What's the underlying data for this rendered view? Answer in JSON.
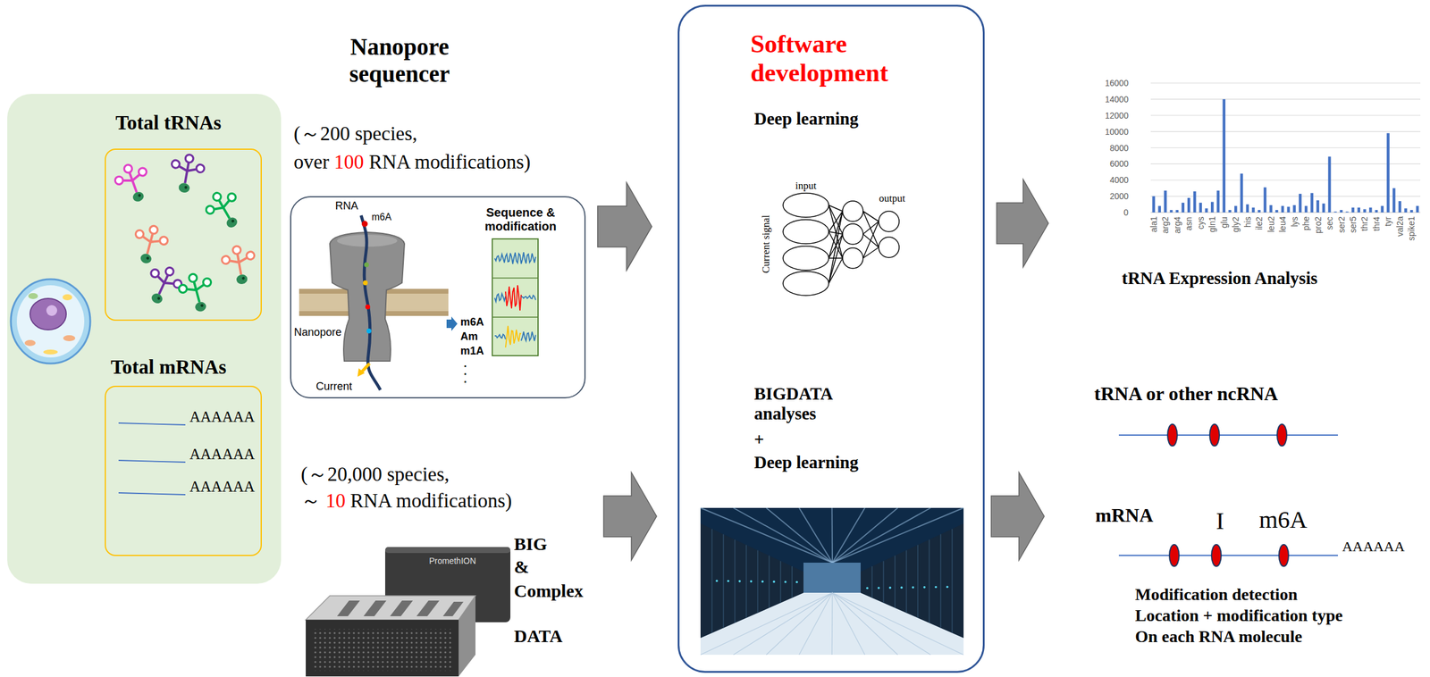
{
  "diagram": {
    "nodes": [
      {
        "text": []
      },
      {
        "text": [
          "Total tRNAs"
        ],
        "in": 0
      },
      {
        "text": [
          "Total mRNAs",
          "AAAAAA",
          "AAAAAA",
          "AAAAAA"
        ],
        "in": 0
      },
      {
        "text": [
          "RNA",
          "m6A",
          "Nanopore",
          "Current",
          "Sequence & modification",
          "m6A",
          "Am",
          "m1A",
          ".",
          ".",
          "."
        ]
      },
      {
        "text": [
          "Software development",
          "Deep learning",
          "input",
          "output",
          "Current signal",
          "BIGDATA analyses",
          "+",
          "Deep learning"
        ]
      }
    ],
    "edges": [
      {
        "from": 3,
        "to": 4,
        "arrow": "to"
      }
    ],
    "labels": [
      "Nanopore sequencer",
      "(～200 species,",
      "over",
      "100",
      "RNA modifications)",
      "(～20,000 species,",
      "～",
      "10",
      "RNA modifications)",
      "BIG",
      "&",
      "Complex",
      "DATA",
      "PromethION",
      "16000",
      "14000",
      "12000",
      "10000",
      "8000",
      "6000",
      "4000",
      "2000",
      "0",
      "ala1",
      "arg2",
      "arg4",
      "asn",
      "cys",
      "gln1",
      "glu",
      "gly2",
      "his",
      "ile2",
      "leu2",
      "leu4",
      "lys",
      "phe",
      "pro2",
      "sec",
      "ser2",
      "ser5",
      "thr2",
      "thr4",
      "tyr",
      "val2a",
      "spike1",
      "tRNA Expression Analysis",
      "tRNA or other ncRNA",
      "mRNA",
      "I",
      "m6A",
      "AAAAAA",
      "Modification detection",
      "Location + modification type",
      "On each RNA molecule"
    ]
  }
}
